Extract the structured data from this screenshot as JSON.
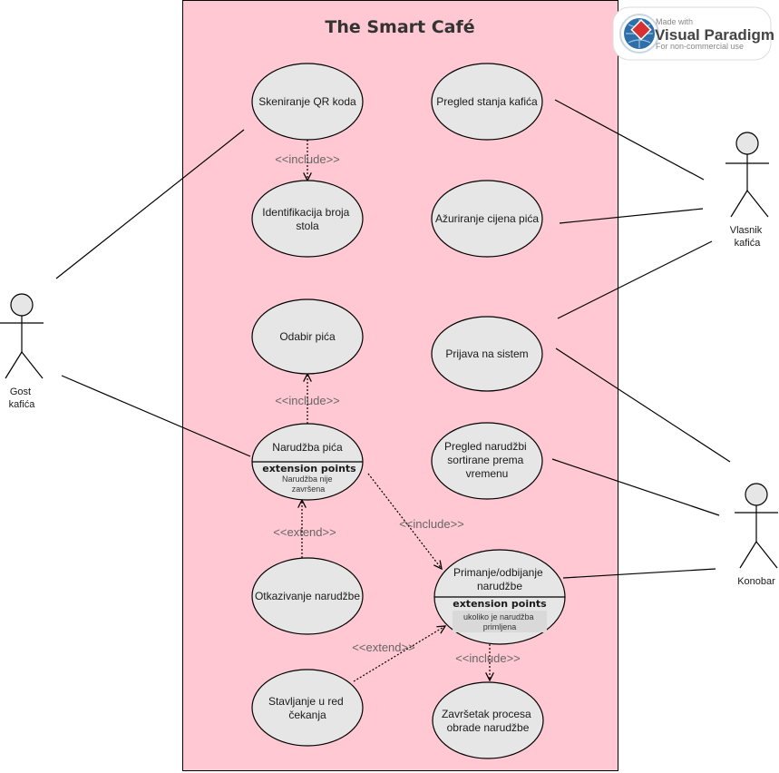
{
  "system": {
    "title": "The Smart Café",
    "fill_color": "#ffc8d2"
  },
  "watermark": {
    "line1": "Made with",
    "line2": "Visual Paradigm",
    "line3": "For non-commercial use"
  },
  "actors": {
    "guest": {
      "line1": "Gost",
      "line2": "kafića"
    },
    "owner": {
      "line1": "Vlasnik",
      "line2": "kafića"
    },
    "waiter": {
      "line1": "Konobar"
    }
  },
  "use_cases": {
    "scan_qr": {
      "lines": [
        "Skeniranje QR koda"
      ]
    },
    "table_id": {
      "lines": [
        "Identifikacija broja",
        "stola"
      ]
    },
    "choose_drink": {
      "lines": [
        "Odabir pića"
      ]
    },
    "order_drink": {
      "lines": [
        "Narudžba pića"
      ],
      "ep_title": "extension points",
      "ep_lines": [
        "Narudžba nije",
        "završena"
      ]
    },
    "cancel_order": {
      "lines": [
        "Otkazivanje narudžbe"
      ]
    },
    "queue": {
      "lines": [
        "Stavljanje u red",
        "čekanja"
      ]
    },
    "cafe_status": {
      "lines": [
        "Pregled stanja kafića"
      ]
    },
    "update_prices": {
      "lines": [
        "Ažuriranje cijena pića"
      ]
    },
    "login": {
      "lines": [
        "Prijava na sistem"
      ]
    },
    "orders_by_time": {
      "lines": [
        "Pregled narudžbi",
        "sortirane prema",
        "vremenu"
      ]
    },
    "accept_reject": {
      "lines": [
        "Primanje/odbijanje",
        "narudžbe"
      ],
      "ep_title": "extension points",
      "ep_lines": [
        "ukoliko je narudžba",
        "primljena"
      ]
    },
    "finish_processing": {
      "lines": [
        "Završetak procesa",
        "obrade narudžbe"
      ]
    }
  },
  "relations": {
    "include_scan_table": "<<include>>",
    "include_order_choose": "<<include>>",
    "extend_cancel_order": "<<extend>>",
    "include_order_accept": "<<include>>",
    "extend_queue_accept": "<<extend>>",
    "include_accept_finish": "<<include>>"
  }
}
